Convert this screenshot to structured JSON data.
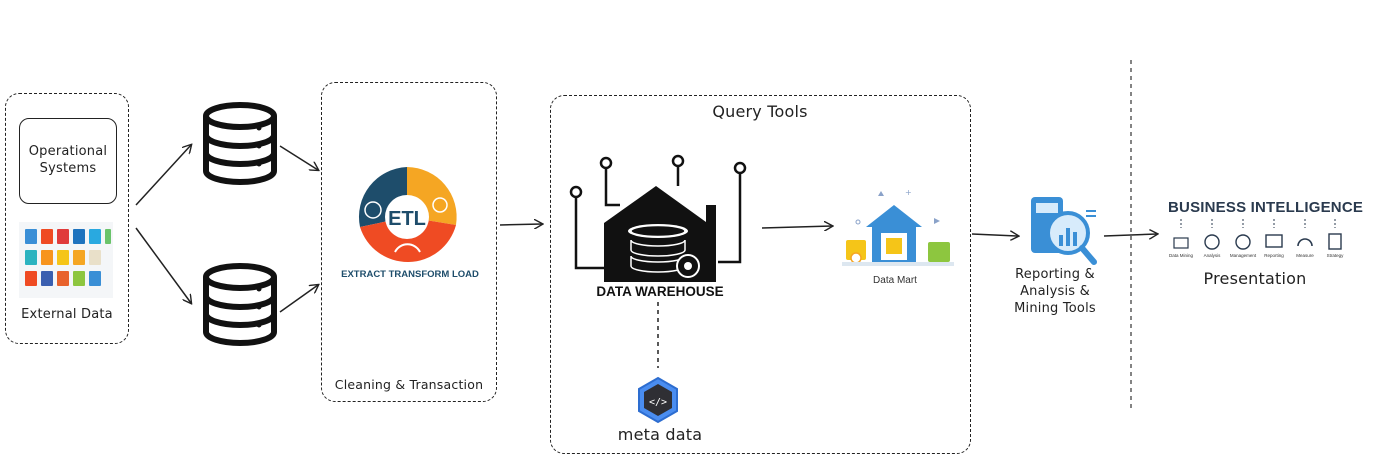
{
  "operational_systems": {
    "label": "Operational\nSystems"
  },
  "external_data": {
    "label": "External Data"
  },
  "etl": {
    "badge": "ETL",
    "caption": "EXTRACT TRANSFORM LOAD",
    "box_label": "Cleaning & Transaction"
  },
  "warehouse": {
    "query_tools": "Query Tools",
    "label": "DATA WAREHOUSE",
    "meta": "meta data"
  },
  "data_mart": {
    "label": "Data Mart"
  },
  "reporting": {
    "label": "Reporting &\nAnalysis &\nMining Tools"
  },
  "bi": {
    "title": "BUSINESS INTELLIGENCE",
    "items": [
      "Data Mining",
      "Analysis",
      "Management",
      "Reporting",
      "Measure",
      "Strategy"
    ],
    "presentation": "Presentation"
  },
  "colors": {
    "etl_blue": "#1e4d6b",
    "etl_orange": "#f5a623",
    "etl_red": "#ef4b23",
    "accent_blue": "#3a8fd6"
  }
}
